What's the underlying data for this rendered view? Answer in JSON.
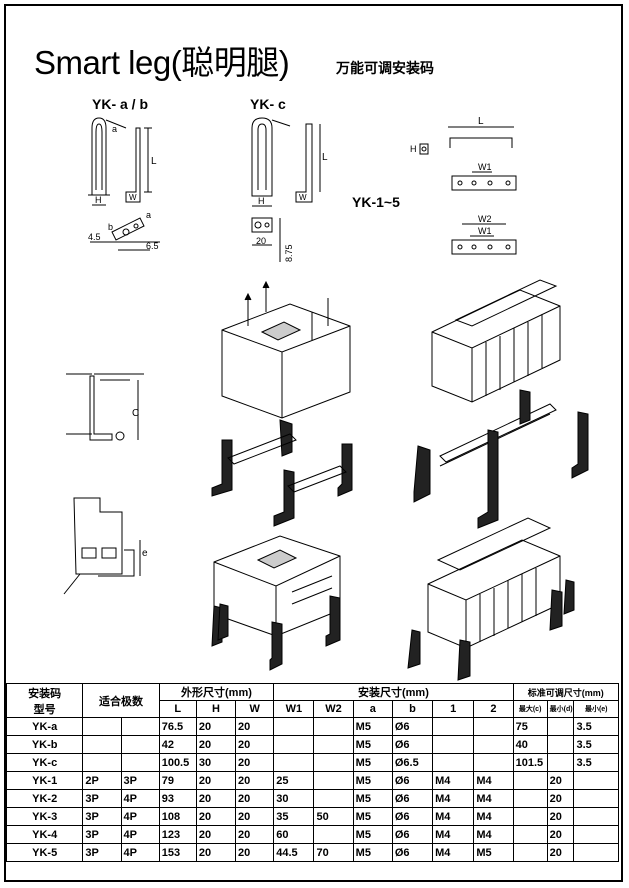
{
  "title": "Smart leg(聪明腿)",
  "subtitle": "万能可调安装码",
  "labels": {
    "yk_ab": "YK- a / b",
    "yk_c": "YK- c",
    "yk_15": "YK-1~5"
  },
  "dims": {
    "a": "a",
    "b": "b",
    "L": "L",
    "H": "H",
    "W": "W",
    "W1": "W1",
    "W2": "W2",
    "c": "C",
    "e": "e",
    "d45": "4.5",
    "d65": "6.5",
    "d20": "20",
    "d875": "8.75"
  },
  "table": {
    "h_model": "安装码",
    "h_model2": "型号",
    "h_poles": "适合极数",
    "h_outline": "外形尺寸(mm)",
    "h_install": "安装尺寸(mm)",
    "h_adjust": "标准可调尺寸(mm)",
    "h_L": "L",
    "h_H": "H",
    "h_W": "W",
    "h_W1": "W1",
    "h_W2": "W2",
    "h_a": "a",
    "h_b": "b",
    "h_1": "1",
    "h_2": "2",
    "h_max": "最大(c)",
    "h_min_d": "最小(d)",
    "h_min_e": "最小(e)",
    "rows": [
      {
        "m": "YK-a",
        "p1": "",
        "p2": "",
        "L": "76.5",
        "H": "20",
        "W": "20",
        "W1": "",
        "W2": "",
        "a": "M5",
        "b": "Ø6",
        "s1": "",
        "s2": "",
        "max": "75",
        "mind": "",
        "mine": "3.5"
      },
      {
        "m": "YK-b",
        "p1": "",
        "p2": "",
        "L": "42",
        "H": "20",
        "W": "20",
        "W1": "",
        "W2": "",
        "a": "M5",
        "b": "Ø6",
        "s1": "",
        "s2": "",
        "max": "40",
        "mind": "",
        "mine": "3.5"
      },
      {
        "m": "YK-c",
        "p1": "",
        "p2": "",
        "L": "100.5",
        "H": "30",
        "W": "20",
        "W1": "",
        "W2": "",
        "a": "M5",
        "b": "Ø6.5",
        "s1": "",
        "s2": "",
        "max": "101.5",
        "mind": "",
        "mine": "3.5"
      },
      {
        "m": "YK-1",
        "p1": "2P",
        "p2": "3P",
        "L": "79",
        "H": "20",
        "W": "20",
        "W1": "25",
        "W2": "",
        "a": "M5",
        "b": "Ø6",
        "s1": "M4",
        "s2": "M4",
        "max": "",
        "mind": "20",
        "mine": ""
      },
      {
        "m": "YK-2",
        "p1": "3P",
        "p2": "4P",
        "L": "93",
        "H": "20",
        "W": "20",
        "W1": "30",
        "W2": "",
        "a": "M5",
        "b": "Ø6",
        "s1": "M4",
        "s2": "M4",
        "max": "",
        "mind": "20",
        "mine": ""
      },
      {
        "m": "YK-3",
        "p1": "3P",
        "p2": "4P",
        "L": "108",
        "H": "20",
        "W": "20",
        "W1": "35",
        "W2": "50",
        "a": "M5",
        "b": "Ø6",
        "s1": "M4",
        "s2": "M4",
        "max": "",
        "mind": "20",
        "mine": ""
      },
      {
        "m": "YK-4",
        "p1": "3P",
        "p2": "4P",
        "L": "123",
        "H": "20",
        "W": "20",
        "W1": "60",
        "W2": "",
        "a": "M5",
        "b": "Ø6",
        "s1": "M4",
        "s2": "M4",
        "max": "",
        "mind": "20",
        "mine": ""
      },
      {
        "m": "YK-5",
        "p1": "3P",
        "p2": "4P",
        "L": "153",
        "H": "20",
        "W": "20",
        "W1": "44.5",
        "W2": "70",
        "a": "M5",
        "b": "Ø6",
        "s1": "M4",
        "s2": "M5",
        "max": "",
        "mind": "20",
        "mine": ""
      }
    ]
  }
}
